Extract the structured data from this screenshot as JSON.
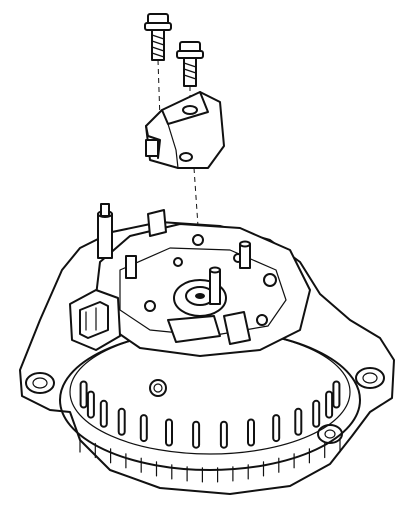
{
  "diagram": {
    "parts": [
      {
        "name": "bolt-left",
        "kind": "flange bolt"
      },
      {
        "name": "bolt-right",
        "kind": "flange bolt"
      },
      {
        "name": "voltage-regulator",
        "kind": "regulator"
      },
      {
        "name": "alternator-assembly",
        "kind": "alternator"
      }
    ],
    "colors": {
      "ink": "#111111",
      "paper": "#ffffff"
    },
    "counts": {
      "cooling_slots": 14,
      "rear_fins": 18
    }
  }
}
